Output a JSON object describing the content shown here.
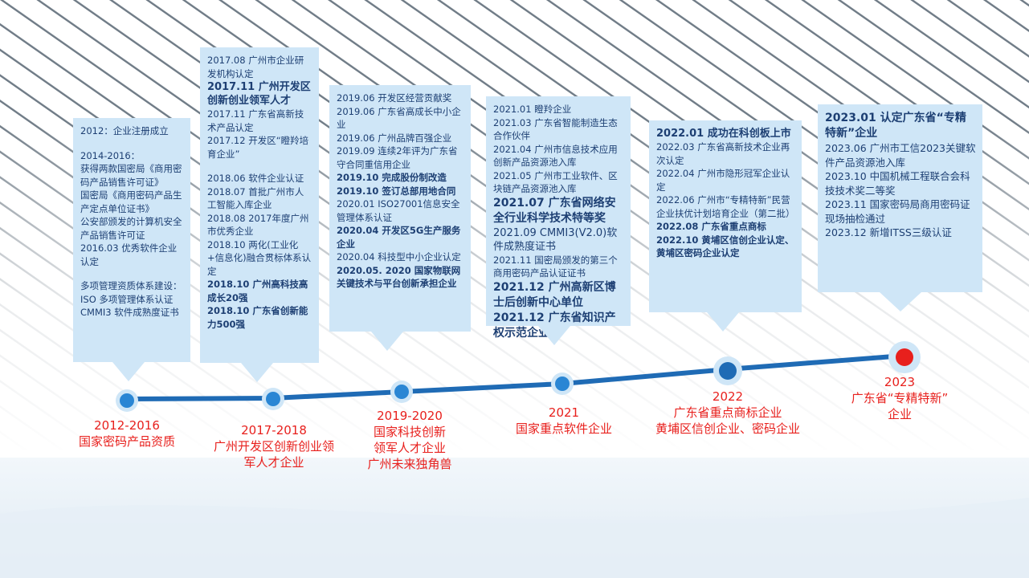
{
  "cards": [
    {
      "id": "c2012",
      "lines": [
        {
          "t": "2012：企业注册成立"
        },
        {
          "t": "2014-2016：",
          "gap": true
        },
        {
          "t": "  获得两款国密局《商用密码产品销售许可证》"
        },
        {
          "t": "  国密局《商用密码产品生产定点单位证书》"
        },
        {
          "t": "  公安部颁发的计算机安全产品销售许可证"
        },
        {
          "t": "2016.03 优秀软件企业认定"
        },
        {
          "t": "多项管理资质体系建设：",
          "gap": true
        },
        {
          "t": "ISO 多项管理体系认证"
        },
        {
          "t": "CMMI3 软件成熟度证书"
        }
      ]
    },
    {
      "id": "c2017",
      "lines": [
        {
          "t": "2017.08 广州市企业研发机构认定"
        },
        {
          "t": "2017.11 广州开发区创新创业领军人才",
          "style": "big"
        },
        {
          "t": "2017.11 广东省高新技术产品认定"
        },
        {
          "t": "2017.12 开发区“瞪羚培育企业”"
        },
        {
          "t": "2018.06 软件企业认证",
          "gap": true
        },
        {
          "t": "2018.07 首批广州市人工智能入库企业"
        },
        {
          "t": "2018.08 2017年度广州市优秀企业"
        },
        {
          "t": "2018.10 两化(工业化+信息化)融合贯标体系认定"
        },
        {
          "t": "2018.10 广州高科技高成长20强",
          "style": "bold"
        },
        {
          "t": "2018.10 广东省创新能力500强",
          "style": "bold"
        }
      ]
    },
    {
      "id": "c2019",
      "lines": [
        {
          "t": "2019.06 开发区经营贡献奖"
        },
        {
          "t": "2019.06 广东省高成长中小企业"
        },
        {
          "t": "2019.06 广州品牌百强企业"
        },
        {
          "t": "2019.09 连续2年评为广东省守合同重信用企业"
        },
        {
          "t": "2019.10 完成股份制改造",
          "style": "bold"
        },
        {
          "t": "2019.10 签订总部用地合同",
          "style": "bold"
        },
        {
          "t": "2020.01 ISO27001信息安全管理体系认证"
        },
        {
          "t": "2020.04 开发区5G生产服务企业",
          "style": "bold"
        },
        {
          "t": "2020.04 科技型中小企业认定"
        },
        {
          "t": "2020.05. 2020 国家物联网关键技术与平台创新承担企业",
          "style": "bold"
        }
      ]
    },
    {
      "id": "c2021",
      "lines": [
        {
          "t": "2021.01 瞪羚企业"
        },
        {
          "t": "2021.03 广东省智能制造生态合作伙伴"
        },
        {
          "t": "2021.04 广州市信息技术应用创新产品资源池入库"
        },
        {
          "t": "2021.05 广州市工业软件、区块链产品资源池入库"
        },
        {
          "t": "2021.07 广东省网络安全行业科学技术特等奖",
          "style": "xl"
        },
        {
          "t": "2021.09 CMMI3(V2.0)软件成熟度证书",
          "style": "bigreg"
        },
        {
          "t": "2021.11 国密局颁发的第三个商用密码产品认证证书"
        },
        {
          "t": "2021.12 广州高新区博士后创新中心单位",
          "style": "xl"
        },
        {
          "t": "2021.12 广东省知识产权示范企业",
          "style": "xl"
        }
      ]
    },
    {
      "id": "c2022",
      "lines": [
        {
          "t": "2022.01 成功在科创板上市",
          "style": "big"
        },
        {
          "t": "2022.03 广东省高新技术企业再次认定"
        },
        {
          "t": "2022.04 广州市隐形冠军企业认定"
        },
        {
          "t": "2022.06 广州市“专精特新”民营企业扶优计划培育企业（第二批）"
        },
        {
          "t": "2022.08 广东省重点商标",
          "style": "bold"
        },
        {
          "t": "2022.10 黄埔区信创企业认定、黄埔区密码企业认定",
          "style": "bold"
        }
      ]
    },
    {
      "id": "c2023",
      "lines": [
        {
          "t": "2023.01 认定广东省“专精特新”企业",
          "style": "xl"
        },
        {
          "t": "2023.06 广州市工信2023关键软件产品资源池入库",
          "style": "mid"
        },
        {
          "t": "2023.10 中国机械工程联合会科技技术奖二等奖",
          "style": "mid"
        },
        {
          "t": "2023.11 国家密码局商用密码证现场抽检通过",
          "style": "mid"
        },
        {
          "t": "2023.12 新增ITSS三级认证",
          "style": "mid"
        }
      ]
    }
  ],
  "milestones": [
    {
      "id": "m2012",
      "lines": [
        "2012-2016",
        "国家密码产品资质"
      ]
    },
    {
      "id": "m2017",
      "lines": [
        "2017-2018",
        "广州开发区创新创业领",
        "军人才企业"
      ]
    },
    {
      "id": "m2019",
      "lines": [
        "2019-2020",
        "国家科技创新",
        "领军人才企业",
        "广州未来独角兽"
      ]
    },
    {
      "id": "m2021",
      "lines": [
        "2021",
        "国家重点软件企业"
      ]
    },
    {
      "id": "m2022",
      "lines": [
        "2022",
        "广东省重点商标企业",
        "黄埔区信创企业、密码企业"
      ]
    },
    {
      "id": "m2023",
      "lines": [
        "2023",
        "广东省“专精特新”",
        "企业"
      ]
    }
  ],
  "colors": {
    "card": "#cfe6f7",
    "text": "#1d3f73",
    "line": "#1f6bb5",
    "node": "#2a86d4",
    "label": "#e8201d",
    "final_dot": "#e8201d"
  }
}
